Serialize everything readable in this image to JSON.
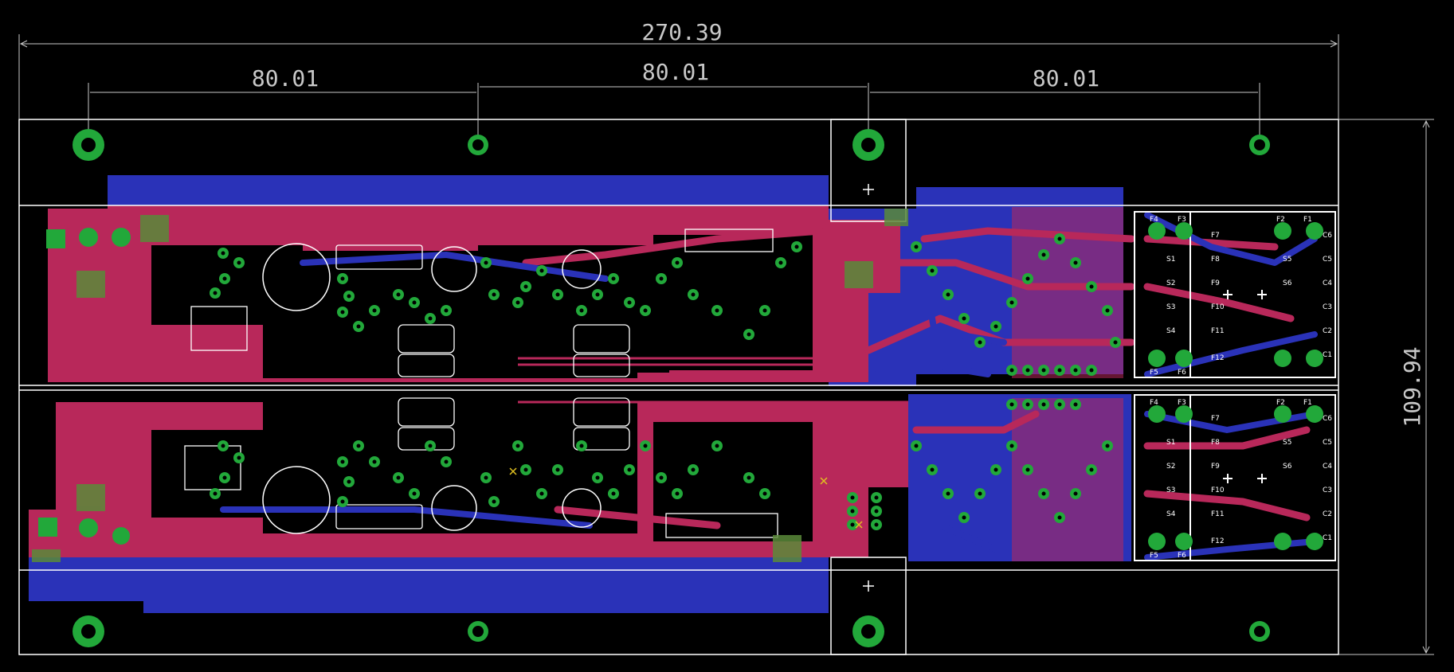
{
  "app": {
    "view": "PCB layout board view"
  },
  "colors": {
    "background": "#000000",
    "top_copper": "#b8285a",
    "bottom_copper": "#2a32b8",
    "pad": "#22a83a",
    "silkscreen": "#ffffff",
    "dimension": "#c8c8c8",
    "unrouted": "#e0c020"
  },
  "dimensions": {
    "overall_width": "270.39",
    "hole_spacing_1": "80.01",
    "hole_spacing_2": "80.01",
    "hole_spacing_3": "80.01",
    "overall_height": "109.94"
  },
  "connector_pins": {
    "upper": [
      "F4",
      "F3",
      "F2",
      "F1",
      "F7",
      "F8",
      "F9",
      "F10",
      "F11",
      "F12",
      "S1",
      "S2",
      "S3",
      "S4",
      "S5",
      "S6",
      "F5",
      "F6",
      "C1",
      "C2",
      "C3",
      "C4",
      "C5",
      "C6"
    ],
    "lower": [
      "F4",
      "F3",
      "F2",
      "F1",
      "F7",
      "F8",
      "F9",
      "F10",
      "F11",
      "F12",
      "S1",
      "S2",
      "S3",
      "S4",
      "S5",
      "S6",
      "F5",
      "F6",
      "C1",
      "C2",
      "C3",
      "C4",
      "C5",
      "C6"
    ]
  }
}
